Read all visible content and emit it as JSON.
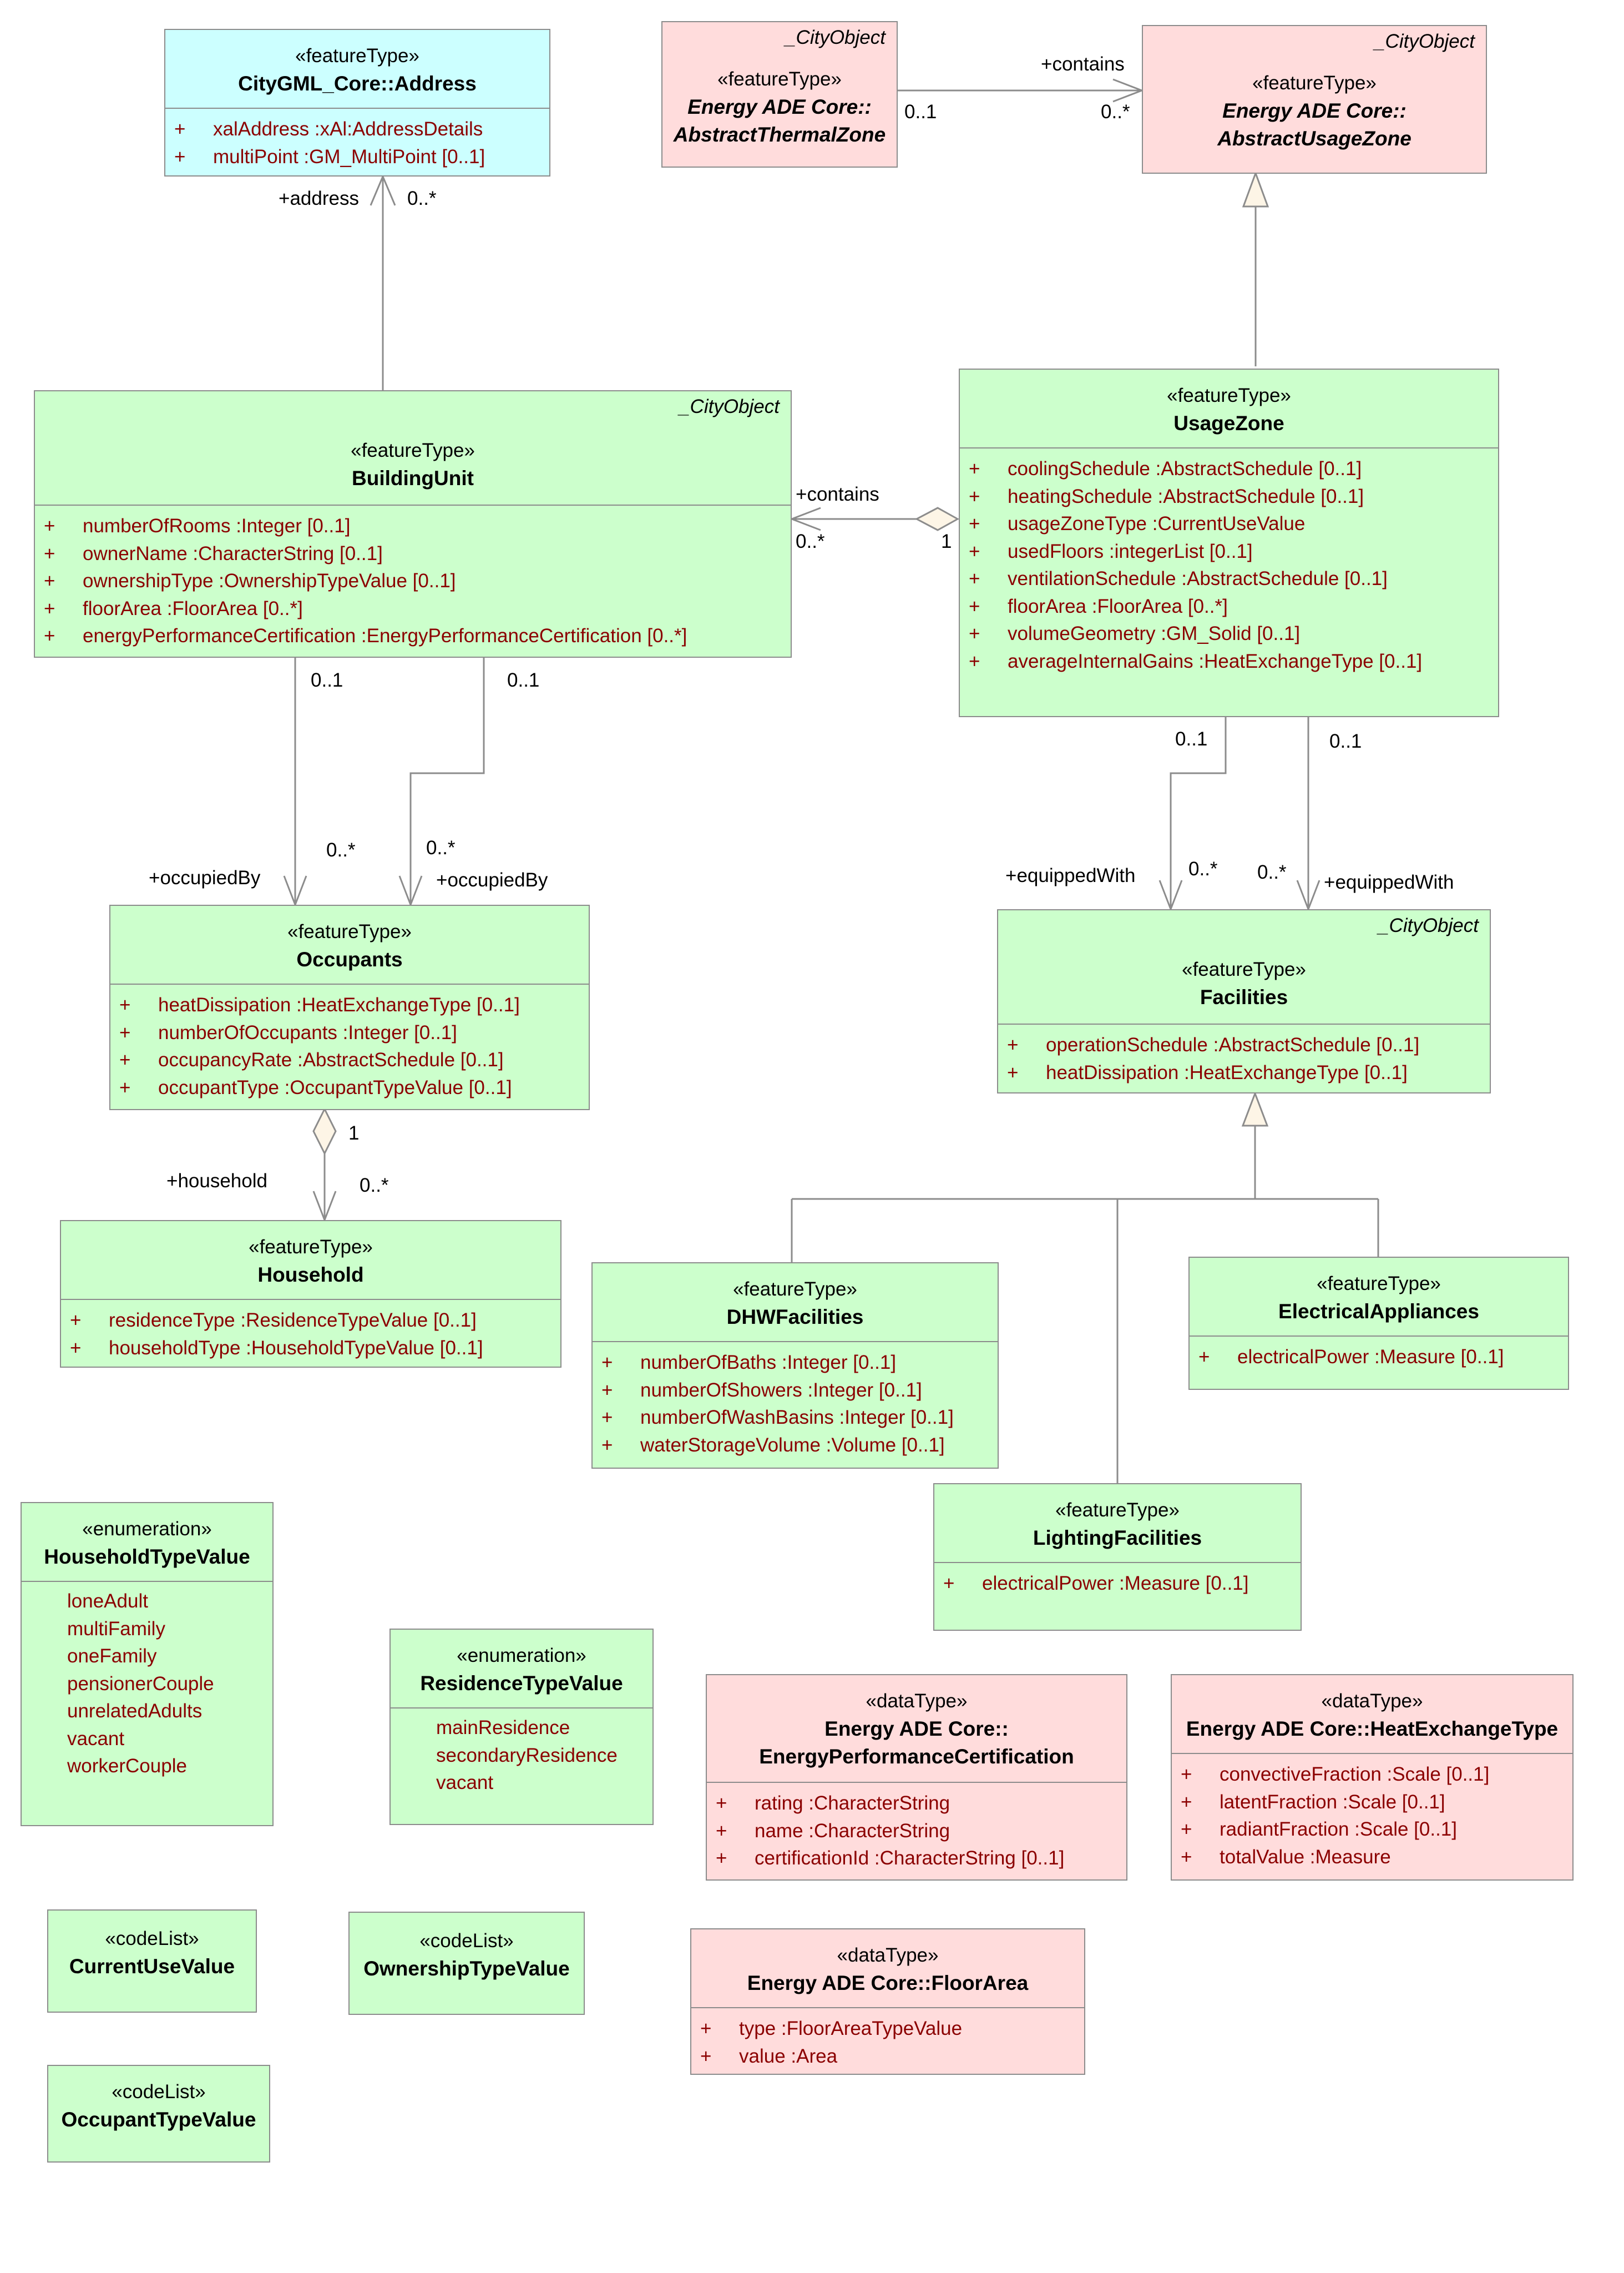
{
  "classes": {
    "address": {
      "stereotype": "«featureType»",
      "name": "CityGML_Core::Address",
      "attributes": [
        {
          "vis": "+",
          "text": "xalAddress  :xAl:AddressDetails"
        },
        {
          "vis": "+",
          "text": "multiPoint  :GM_MultiPoint [0..1]"
        }
      ]
    },
    "thermal_zone": {
      "tag": "_CityObject",
      "stereotype": "«featureType»",
      "name": "Energy ADE Core::",
      "name2": "AbstractThermalZone"
    },
    "abstract_usage_zone": {
      "tag": "_CityObject",
      "stereotype": "«featureType»",
      "name": "Energy ADE Core::",
      "name2": "AbstractUsageZone"
    },
    "building_unit": {
      "tag": "_CityObject",
      "stereotype": "«featureType»",
      "name": "BuildingUnit",
      "attributes": [
        {
          "vis": "+",
          "text": "numberOfRooms  :Integer [0..1]"
        },
        {
          "vis": "+",
          "text": "ownerName  :CharacterString [0..1]"
        },
        {
          "vis": "+",
          "text": "ownershipType  :OwnershipTypeValue [0..1]"
        },
        {
          "vis": "+",
          "text": "floorArea  :FloorArea [0..*]"
        },
        {
          "vis": "+",
          "text": "energyPerformanceCertification  :EnergyPerformanceCertification [0..*]"
        }
      ]
    },
    "usage_zone": {
      "stereotype": "«featureType»",
      "name": "UsageZone",
      "attributes": [
        {
          "vis": "+",
          "text": "coolingSchedule  :AbstractSchedule [0..1]"
        },
        {
          "vis": "+",
          "text": "heatingSchedule  :AbstractSchedule [0..1]"
        },
        {
          "vis": "+",
          "text": "usageZoneType  :CurrentUseValue"
        },
        {
          "vis": "+",
          "text": "usedFloors  :integerList [0..1]"
        },
        {
          "vis": "+",
          "text": "ventilationSchedule  :AbstractSchedule [0..1]"
        },
        {
          "vis": "+",
          "text": "floorArea  :FloorArea [0..*]"
        },
        {
          "vis": "+",
          "text": "volumeGeometry  :GM_Solid [0..1]"
        },
        {
          "vis": "+",
          "text": "averageInternalGains  :HeatExchangeType [0..1]"
        }
      ]
    },
    "occupants": {
      "stereotype": "«featureType»",
      "name": "Occupants",
      "attributes": [
        {
          "vis": "+",
          "text": "heatDissipation  :HeatExchangeType [0..1]"
        },
        {
          "vis": "+",
          "text": "numberOfOccupants  :Integer [0..1]"
        },
        {
          "vis": "+",
          "text": "occupancyRate  :AbstractSchedule [0..1]"
        },
        {
          "vis": "+",
          "text": "occupantType  :OccupantTypeValue [0..1]"
        }
      ]
    },
    "facilities": {
      "tag": "_CityObject",
      "stereotype": "«featureType»",
      "name": "Facilities",
      "attributes": [
        {
          "vis": "+",
          "text": "operationSchedule  :AbstractSchedule [0..1]"
        },
        {
          "vis": "+",
          "text": "heatDissipation  :HeatExchangeType [0..1]"
        }
      ]
    },
    "household": {
      "stereotype": "«featureType»",
      "name": "Household",
      "attributes": [
        {
          "vis": "+",
          "text": "residenceType  :ResidenceTypeValue [0..1]"
        },
        {
          "vis": "+",
          "text": "householdType  :HouseholdTypeValue [0..1]"
        }
      ]
    },
    "dhw": {
      "stereotype": "«featureType»",
      "name": "DHWFacilities",
      "attributes": [
        {
          "vis": "+",
          "text": "numberOfBaths  :Integer [0..1]"
        },
        {
          "vis": "+",
          "text": "numberOfShowers  :Integer [0..1]"
        },
        {
          "vis": "+",
          "text": "numberOfWashBasins  :Integer [0..1]"
        },
        {
          "vis": "+",
          "text": "waterStorageVolume  :Volume [0..1]"
        }
      ]
    },
    "electrical": {
      "stereotype": "«featureType»",
      "name": "ElectricalAppliances",
      "attributes": [
        {
          "vis": "+",
          "text": "electricalPower  :Measure [0..1]"
        }
      ]
    },
    "lighting": {
      "stereotype": "«featureType»",
      "name": "LightingFacilities",
      "attributes": [
        {
          "vis": "+",
          "text": "electricalPower  :Measure [0..1]"
        }
      ]
    },
    "household_type": {
      "stereotype": "«enumeration»",
      "name": "HouseholdTypeValue",
      "literals": [
        "loneAdult",
        "multiFamily",
        "oneFamily",
        "pensionerCouple",
        "unrelatedAdults",
        "vacant",
        "workerCouple"
      ]
    },
    "residence_type": {
      "stereotype": "«enumeration»",
      "name": "ResidenceTypeValue",
      "literals": [
        "mainResidence",
        "secondaryResidence",
        "vacant"
      ]
    },
    "epc": {
      "stereotype": "«dataType»",
      "name": "Energy ADE Core::",
      "name2": "EnergyPerformanceCertification",
      "attributes": [
        {
          "vis": "+",
          "text": "rating  :CharacterString"
        },
        {
          "vis": "+",
          "text": "name  :CharacterString"
        },
        {
          "vis": "+",
          "text": "certificationId  :CharacterString [0..1]"
        }
      ]
    },
    "heat_exchange": {
      "stereotype": "«dataType»",
      "name": "Energy ADE Core::HeatExchangeType",
      "attributes": [
        {
          "vis": "+",
          "text": "convectiveFraction  :Scale [0..1]"
        },
        {
          "vis": "+",
          "text": "latentFraction  :Scale [0..1]"
        },
        {
          "vis": "+",
          "text": "radiantFraction  :Scale [0..1]"
        },
        {
          "vis": "+",
          "text": "totalValue  :Measure"
        }
      ]
    },
    "current_use": {
      "stereotype": "«codeList»",
      "name": "CurrentUseValue"
    },
    "ownership_type": {
      "stereotype": "«codeList»",
      "name": "OwnershipTypeValue"
    },
    "floor_area": {
      "stereotype": "«dataType»",
      "name": "Energy ADE Core::FloorArea",
      "attributes": [
        {
          "vis": "+",
          "text": "type  :FloorAreaTypeValue"
        },
        {
          "vis": "+",
          "text": "value  :Area"
        }
      ]
    },
    "occupant_type": {
      "stereotype": "«codeList»",
      "name": "OccupantTypeValue"
    }
  },
  "labels": {
    "address_role": "+address",
    "address_mult": "0..*",
    "contains_top": "+contains",
    "thermal_mult": "0..1",
    "usage_mult": "0..*",
    "contains_mid": "+contains",
    "bu_contains_mult": "0..*",
    "uz_contains_mult": "1",
    "bu_occ1_mult": "0..1",
    "bu_occ2_mult": "0..1",
    "occ1_role": "+occupiedBy",
    "occ1_mult": "0..*",
    "occ2_mult": "0..*",
    "occ2_role": "+occupiedBy",
    "uz_fac1_mult": "0..1",
    "uz_fac2_mult": "0..1",
    "fac1_role": "+equippedWith",
    "fac1_mult": "0..*",
    "fac2_mult": "0..*",
    "fac2_role": "+equippedWith",
    "occ_hh_mult": "1",
    "hh_role": "+household",
    "hh_mult": "0..*"
  },
  "colors": {
    "feature": "#ccffcc",
    "external": "#ffdcdc",
    "core_address": "#ccffff",
    "attribute_text": "#8b0000",
    "border": "#8c8c8c"
  }
}
